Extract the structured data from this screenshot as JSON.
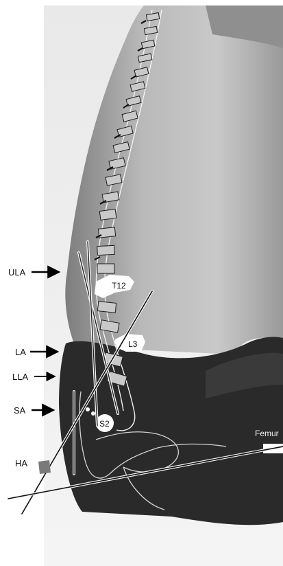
{
  "figure": {
    "arrow_labels": [
      {
        "id": "ula",
        "text": "ULA"
      },
      {
        "id": "la",
        "text": "LA"
      },
      {
        "id": "lla",
        "text": "LLA"
      },
      {
        "id": "sa",
        "text": "SA"
      }
    ],
    "ha_label": "HA",
    "vertebra_labels": [
      {
        "id": "t12",
        "text": "T12"
      },
      {
        "id": "l3",
        "text": "L3"
      },
      {
        "id": "s2",
        "text": "S2"
      }
    ],
    "femur_label": "Femur"
  }
}
